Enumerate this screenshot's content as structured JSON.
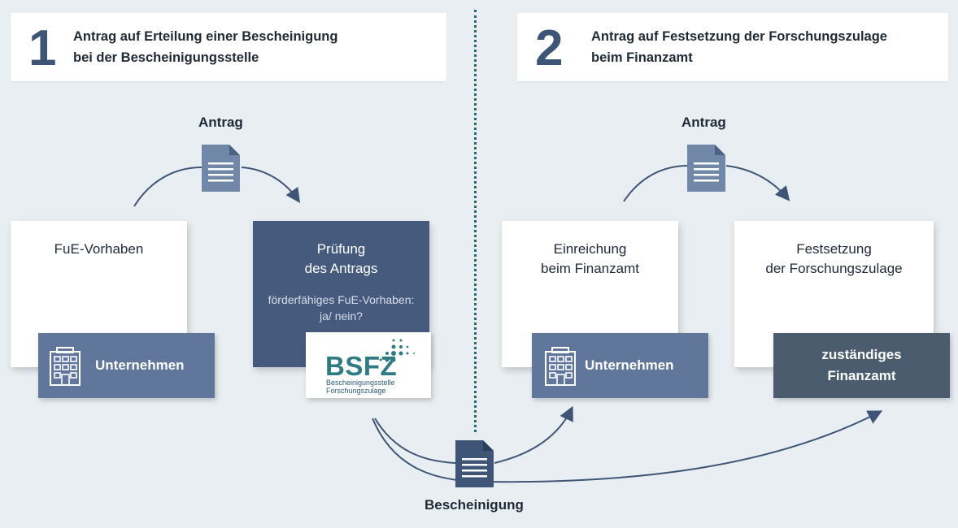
{
  "colors": {
    "background": "#e8eef2",
    "accent_dark": "#465a7d",
    "accent_mid": "#60769a",
    "finanzamt": "#4b5c6e",
    "divider": "#1f6b6e",
    "bsfz_teal": "#2f7b84"
  },
  "step1": {
    "number": "1",
    "title_line1": "Antrag auf Erteilung einer Bescheinigung",
    "title_line2": "bei der Bescheinigungsstelle"
  },
  "step2": {
    "number": "2",
    "title_line1": "Antrag auf Festsetzung der Forschungszulage",
    "title_line2": "beim Finanzamt"
  },
  "left": {
    "antrag_label": "Antrag",
    "fue_card_title": "FuE-Vorhaben",
    "company_label": "Unternehmen",
    "pruefung_line1": "Prüfung",
    "pruefung_line2": "des Antrags",
    "pruefung_sub_line1": "förderfähiges FuE-Vorhaben:",
    "pruefung_sub_line2": "ja/ nein?",
    "bsfz_letters": "BSFZ",
    "bsfz_sub_line1": "Bescheinigungsstelle",
    "bsfz_sub_line2": "Forschungszulage"
  },
  "right": {
    "antrag_label": "Antrag",
    "einreichung_line1": "Einreichung",
    "einreichung_line2": "beim Finanzamt",
    "company_label": "Unternehmen",
    "festsetzung_line1": "Festsetzung",
    "festsetzung_line2": "der Forschungszulage",
    "finanzamt_line1": "zuständiges",
    "finanzamt_line2": "Finanzamt"
  },
  "bottom": {
    "bescheinigung_label": "Bescheinigung"
  },
  "icons": {
    "document": "document-icon",
    "building": "building-icon",
    "bsfz_logo": "bsfz-dots-logo"
  }
}
